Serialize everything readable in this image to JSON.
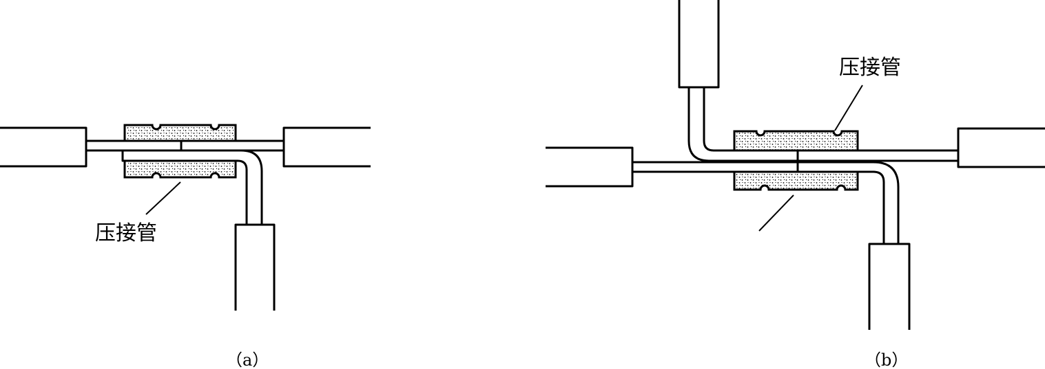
{
  "figure": {
    "panel_a": {
      "caption": "（a）",
      "sleeve_label": "压接管"
    },
    "panel_b": {
      "caption": "（b）",
      "sleeve_label": "压接管"
    }
  },
  "colors": {
    "line": "#000000",
    "sleeve_fill": "#d9d9d9",
    "background": "#ffffff"
  }
}
